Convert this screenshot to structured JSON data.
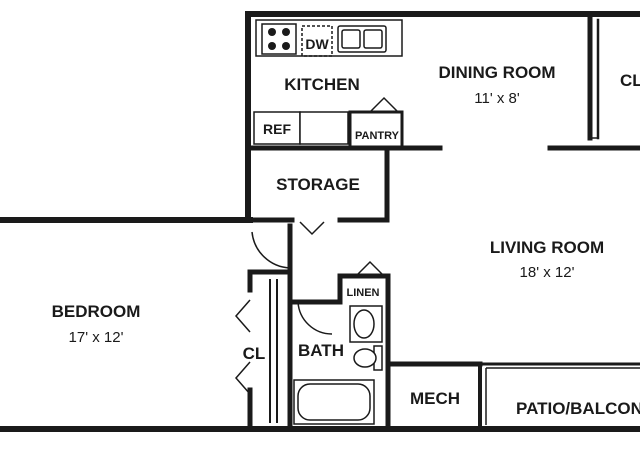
{
  "rooms": {
    "kitchen": {
      "name": "KITCHEN"
    },
    "dining": {
      "name": "DINING ROOM",
      "size": "11' x 8'"
    },
    "closet_top": {
      "name": "CL"
    },
    "ref": {
      "name": "REF"
    },
    "pantry": {
      "name": "PANTRY"
    },
    "storage": {
      "name": "STORAGE"
    },
    "living": {
      "name": "LIVING ROOM",
      "size": "18' x 12'"
    },
    "bedroom": {
      "name": "BEDROOM",
      "size": "17' x 12'"
    },
    "closet_bed": {
      "name": "CL"
    },
    "linen": {
      "name": "LINEN"
    },
    "bath": {
      "name": "BATH"
    },
    "mech": {
      "name": "MECH"
    },
    "patio": {
      "name": "PATIO/BALCONY"
    }
  },
  "fixtures": {
    "dishwasher": {
      "name": "DW"
    }
  }
}
